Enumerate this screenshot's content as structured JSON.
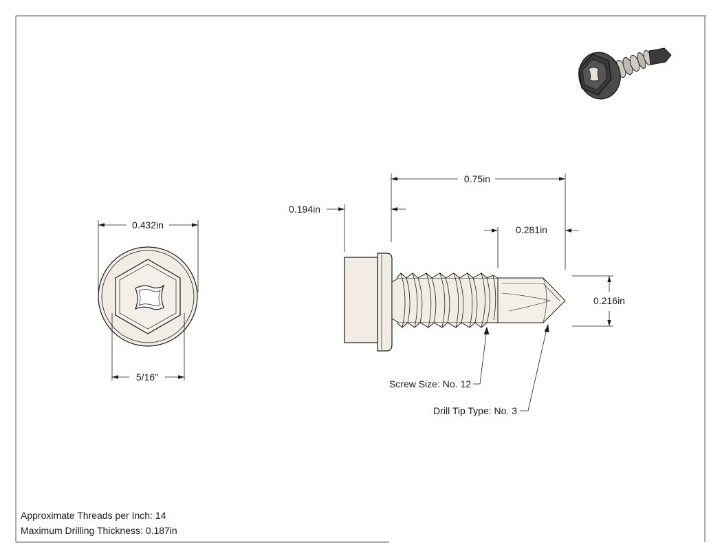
{
  "dimensions": {
    "head_diameter": "0.432in",
    "hex_across_flats": "5/16\"",
    "head_height": "0.194in",
    "overall_length": "0.75in",
    "drill_point_length": "0.281in",
    "major_diameter": "0.216in"
  },
  "callouts": {
    "screw_size": "Screw Size: No. 12",
    "drill_tip": "Drill Tip Type: No. 3"
  },
  "notes": {
    "threads_per_inch": "Approximate Threads per Inch: 14",
    "max_drilling_thickness": "Maximum Drilling Thickness: 0.187in"
  },
  "colors": {
    "line": "#1a1a1a",
    "screw_fill": "#f1ece4",
    "iso_dark": "#3a3a3a"
  }
}
